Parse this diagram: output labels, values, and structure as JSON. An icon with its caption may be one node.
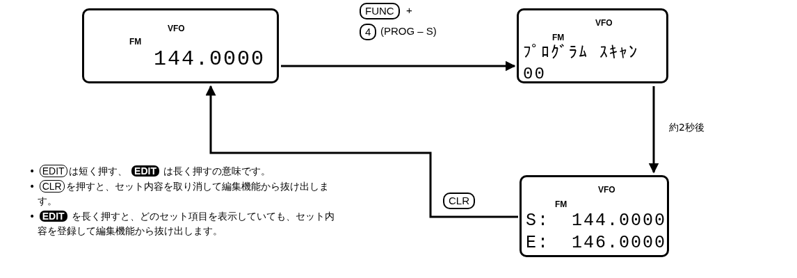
{
  "diagram": {
    "nodes": [
      {
        "text": [
          "VFO",
          "FM",
          "144.0000"
        ]
      },
      {
        "text": [
          "VFO",
          "FM",
          "ﾌﾟﾛｸﾞﾗﾑ ｽｷｬﾝ",
          "00"
        ]
      },
      {
        "text": [
          "VFO",
          "FM",
          "S:",
          "144.0000",
          "E:",
          "146.0000"
        ]
      }
    ],
    "edges": [
      {
        "from": 0,
        "to": 1,
        "arrow": "to"
      },
      {
        "from": 1,
        "to": 2,
        "arrow": "to",
        "label": "約2秒後"
      },
      {
        "from": 2,
        "to": 0,
        "arrow": "to",
        "label": "CLR"
      }
    ],
    "labels": [
      "FUNC",
      "+",
      "4",
      "(PROG – S)",
      "• **EDIT**は短く押す、 *EDIT* は長く押すの意味です。",
      "• **CLR**を押すと、セット内容を取り消して編集機能から抜け出します。",
      "• *EDIT* を長く押すと、どのセット項目を表示していても、セット内容を登録して編集機能から抜け出します。"
    ]
  }
}
